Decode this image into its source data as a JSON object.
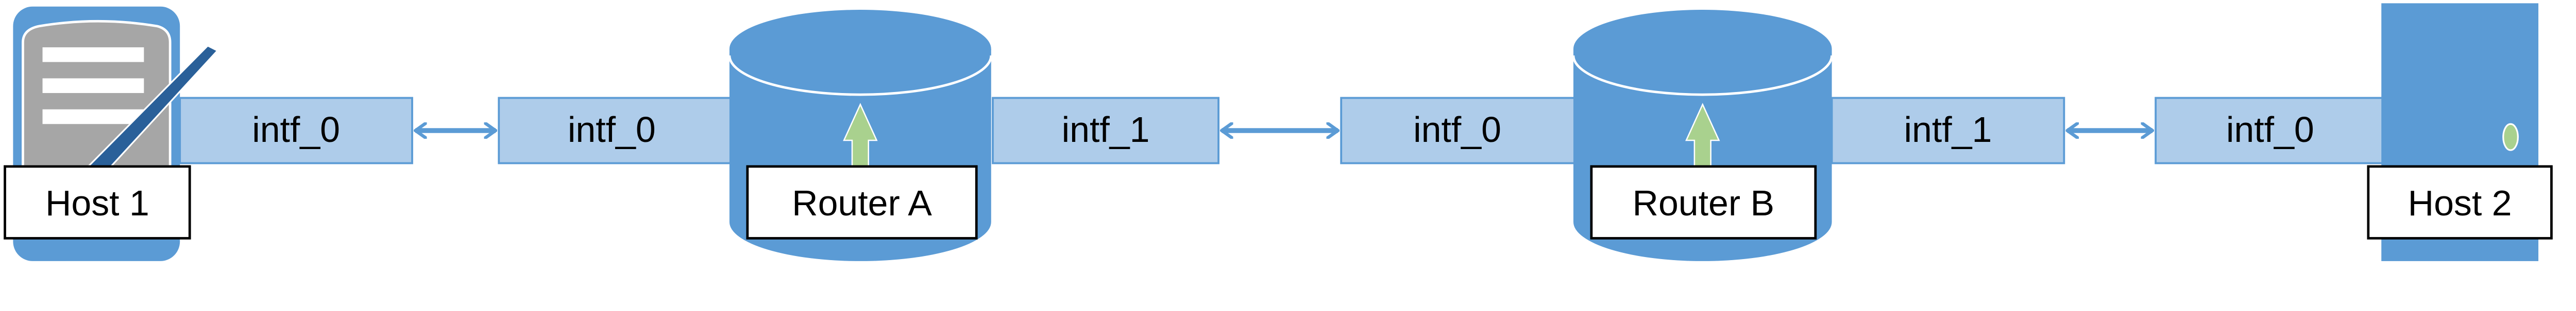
{
  "colors": {
    "device_blue": "#5B9BD5",
    "interface_fill": "#AECCEA",
    "pen_blue": "#2A6099",
    "panel_gray": "#A6A6A6",
    "arrow_green": "#A9D18E"
  },
  "nodes": [
    {
      "label": "Host 1",
      "icon": "host-device-icon"
    },
    {
      "label": "Router A",
      "icon": "router-cylinder-icon"
    },
    {
      "label": "Router B",
      "icon": "router-cylinder-icon"
    },
    {
      "label": "Host 2",
      "icon": "server-tower-icon"
    }
  ],
  "interfaces": [
    {
      "label": "intf_0"
    },
    {
      "label": "intf_0"
    },
    {
      "label": "intf_1"
    },
    {
      "label": "intf_0"
    },
    {
      "label": "intf_1"
    },
    {
      "label": "intf_0"
    }
  ],
  "links": [
    {
      "from": "Host 1",
      "to": "Router A",
      "icon": "bidirectional-arrow-icon"
    },
    {
      "from": "Router A",
      "to": "Router B",
      "icon": "bidirectional-arrow-icon"
    },
    {
      "from": "Router B",
      "to": "Host 2",
      "icon": "bidirectional-arrow-icon"
    }
  ]
}
